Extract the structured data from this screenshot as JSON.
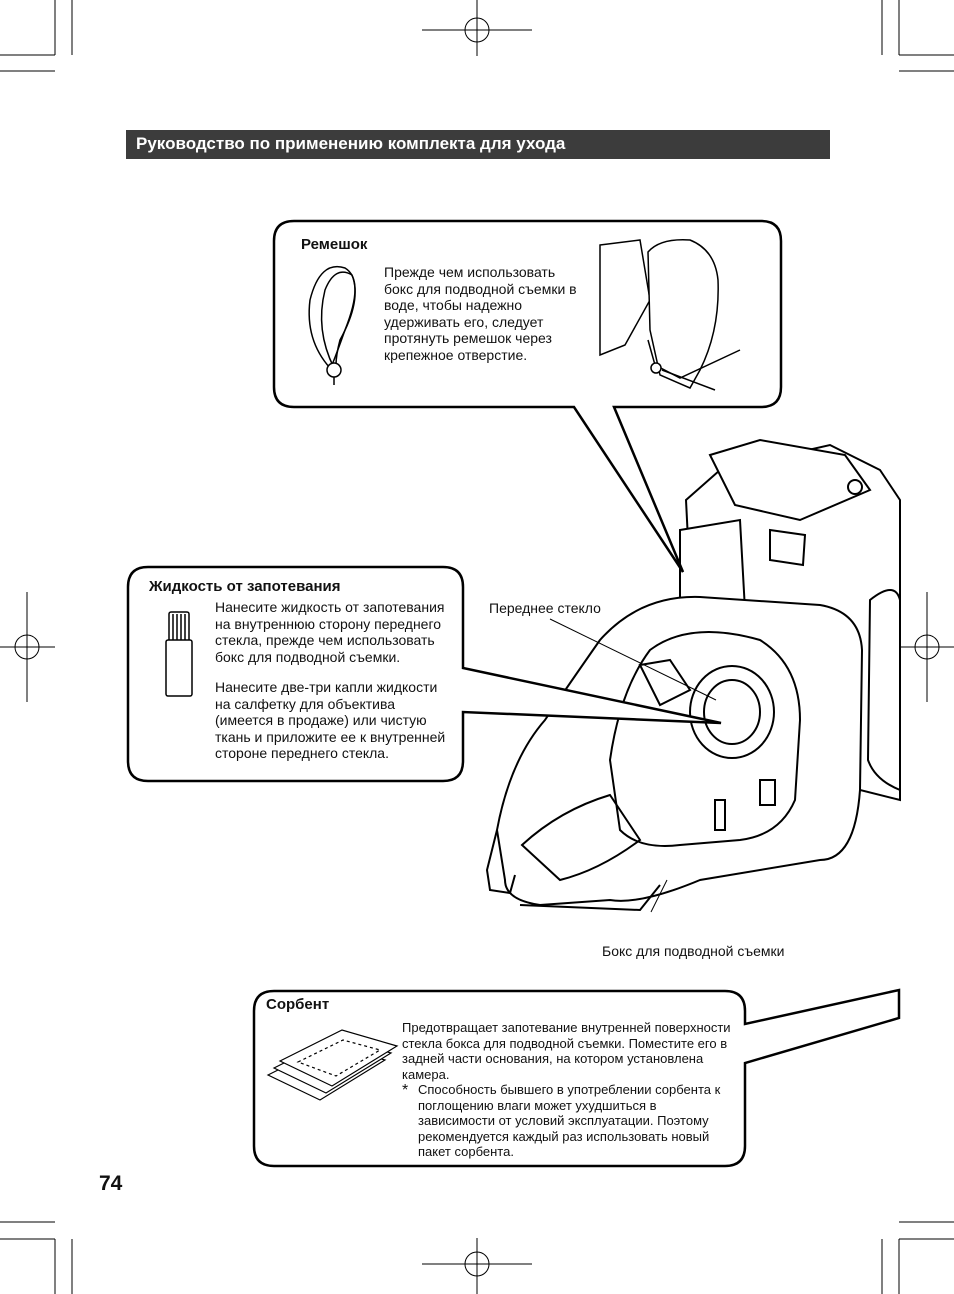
{
  "header": {
    "title": "Руководство по применению комплекта для ухода"
  },
  "strap": {
    "title": "Ремешок",
    "text": "Прежде чем использовать бокс для подводной съемки в воде, чтобы надежно удерживать его, следует протянуть ремешок через крепежное отверстие."
  },
  "antifog": {
    "title": "Жидкость от запотевания",
    "paragraph1": "Нанесите жидкость от запотевания на внутреннюю сторону переднего стекла, прежде чем использовать бокс для подводной съемки.",
    "paragraph2": "Нанесите две-три капли жидкости на салфетку для объектива (имеется в продаже) или чистую ткань и приложите ее к внутренней стороне переднего стекла."
  },
  "labels": {
    "front_glass": "Переднее стекло",
    "housing": "Бокс для подводной съемки"
  },
  "sorbent": {
    "title": "Сорбент",
    "text": "Предотвращает запотевание внутренней поверхности стекла бокса для подводной съемки. Поместите его в задней части основания, на котором установлена камера.",
    "note_marker": "*",
    "note": "Способность бывшего в употреблении сорбента к поглощению влаги может ухудшиться в зависимости от условий эксплуатации. Поэтому рекомендуется каждый раз использовать новый пакет сорбента."
  },
  "page_number": "74",
  "icons": [
    "crop-mark-icon",
    "registration-mark-icon",
    "strap-icon",
    "hand-strap-icon",
    "bottle-icon",
    "sorbent-packet-icon",
    "housing-illustration"
  ]
}
